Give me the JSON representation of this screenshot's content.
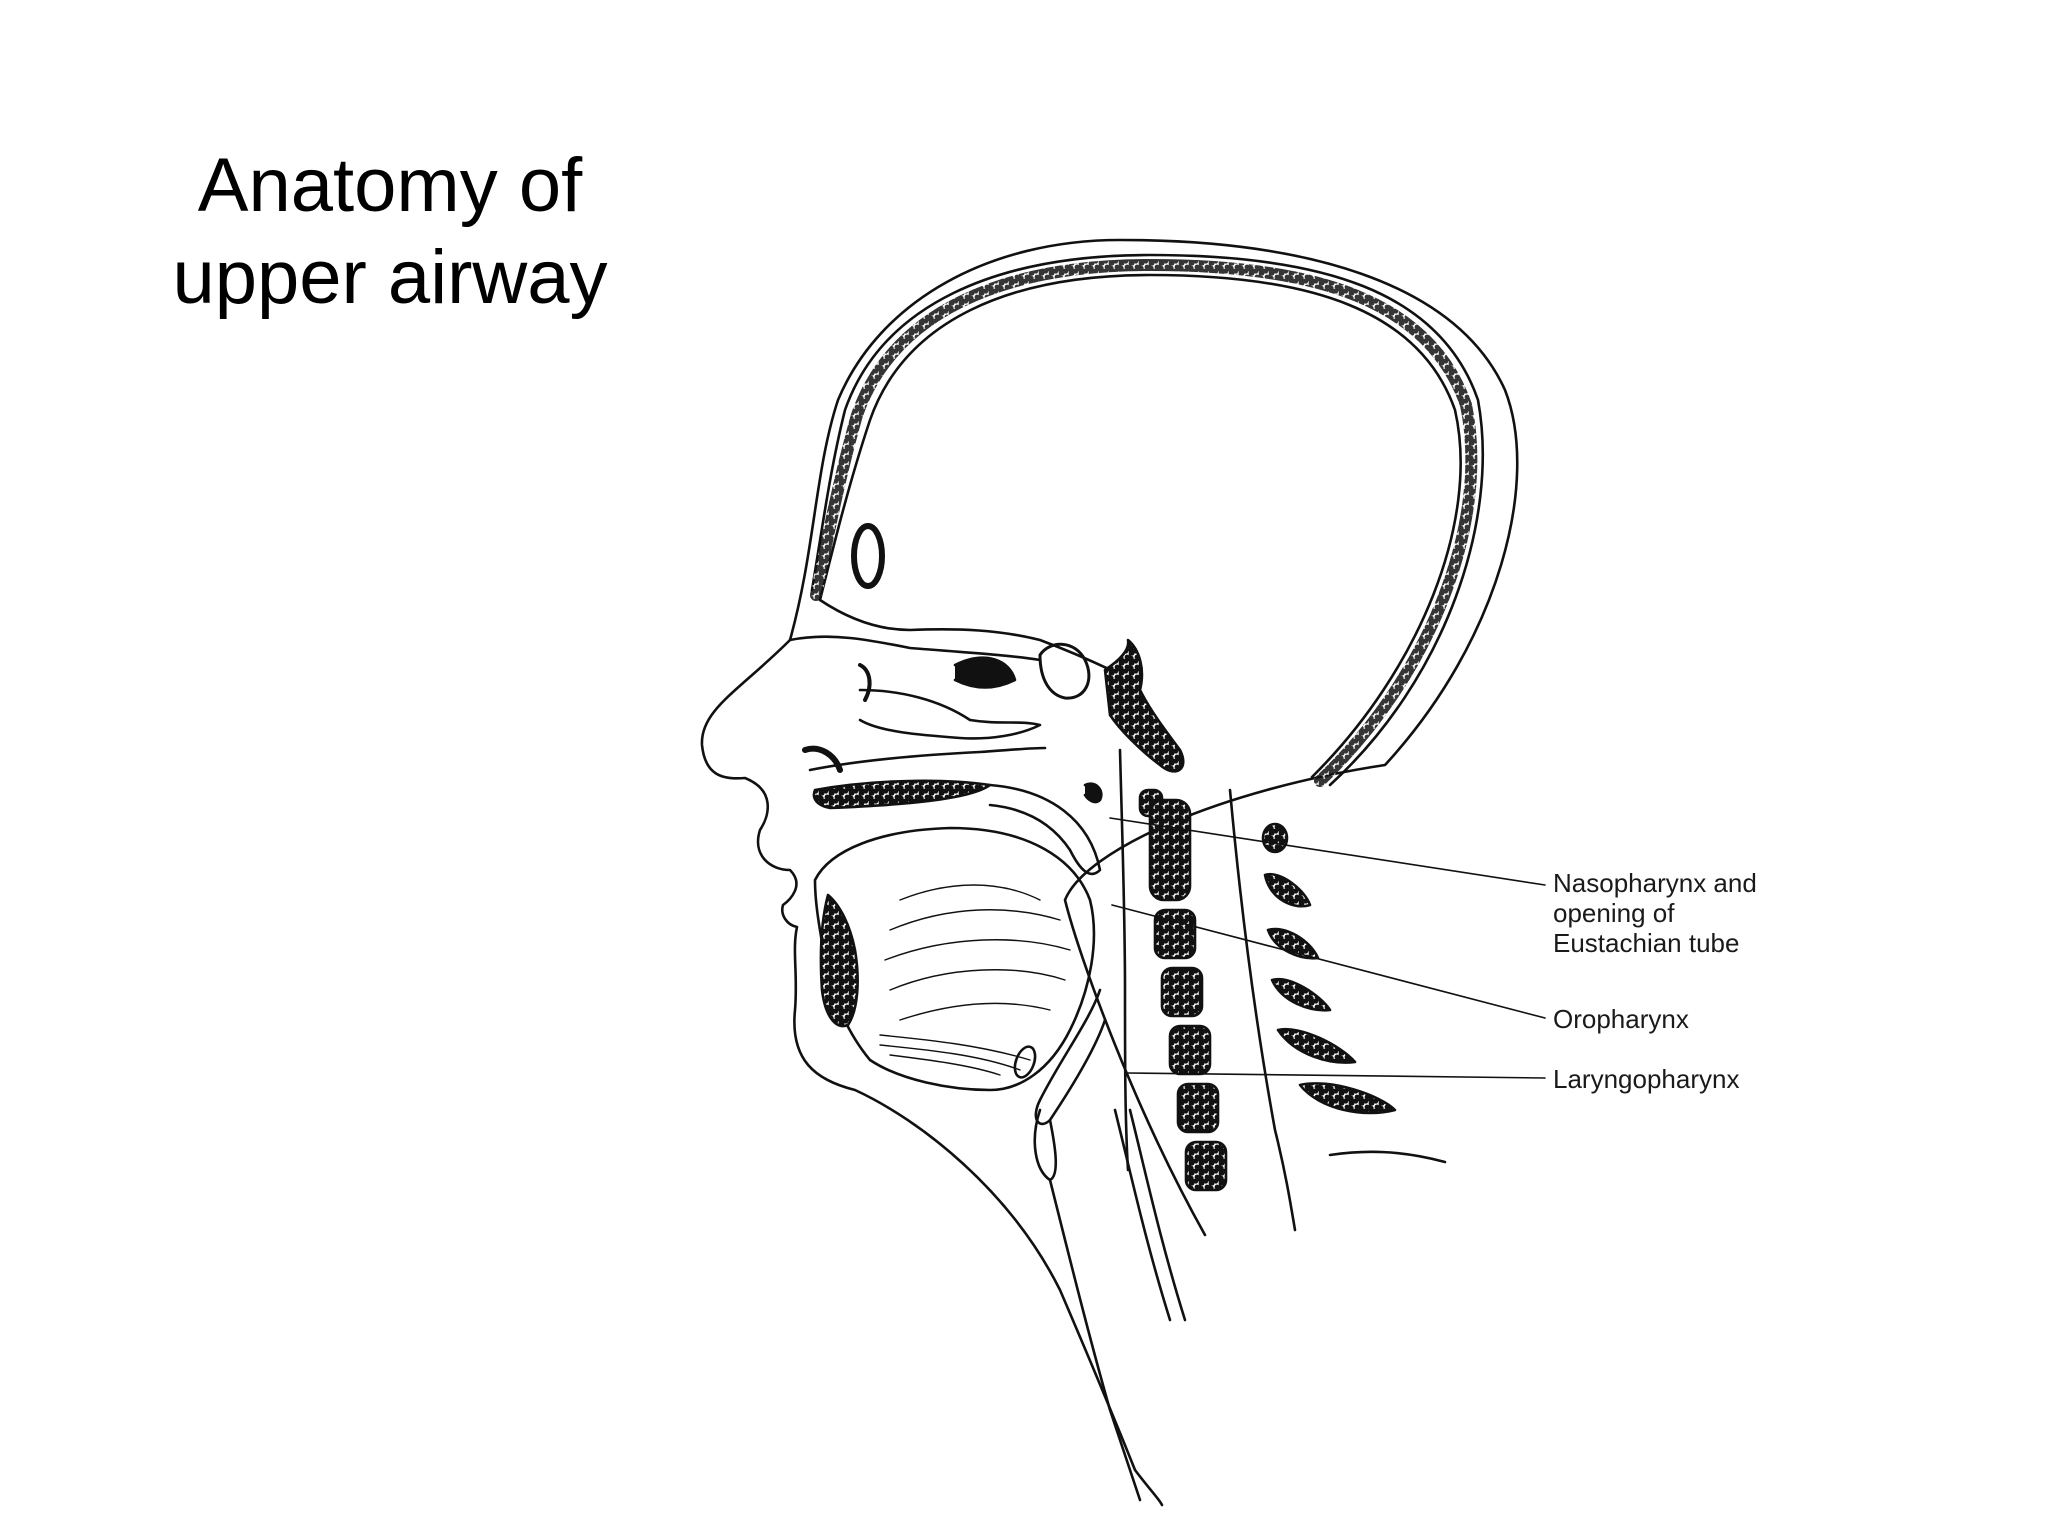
{
  "slide": {
    "title_line1": "Anatomy of",
    "title_line2": "upper airway"
  },
  "diagram": {
    "labels": {
      "nasopharynx_line1": "Nasopharynx and",
      "nasopharynx_line2": "opening of",
      "nasopharynx_line3": "Eustachian tube",
      "oropharynx": "Oropharynx",
      "laryngopharynx": "Laryngopharynx"
    }
  }
}
